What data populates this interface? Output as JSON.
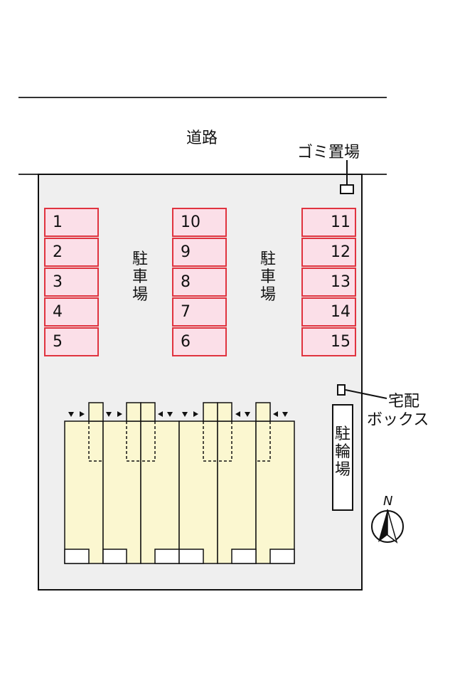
{
  "road": {
    "label": "道路"
  },
  "garbage": {
    "label": "ゴミ置場"
  },
  "delivery": {
    "label_line1": "宅配",
    "label_line2": "ボックス"
  },
  "parking_label": [
    "駐",
    "車",
    "場"
  ],
  "bike_label": [
    "駐",
    "輪",
    "場"
  ],
  "compass": {
    "label": "N"
  },
  "spaces": {
    "left": [
      "1",
      "2",
      "3",
      "4",
      "5"
    ],
    "middle": [
      "10",
      "9",
      "8",
      "7",
      "6"
    ],
    "right": [
      "11",
      "12",
      "13",
      "14",
      "15"
    ]
  },
  "colors": {
    "space_fill": "#fbdfe8",
    "space_border": "#e0333f",
    "building_fill": "#fbf7d0",
    "lot_fill": "#efefef"
  }
}
